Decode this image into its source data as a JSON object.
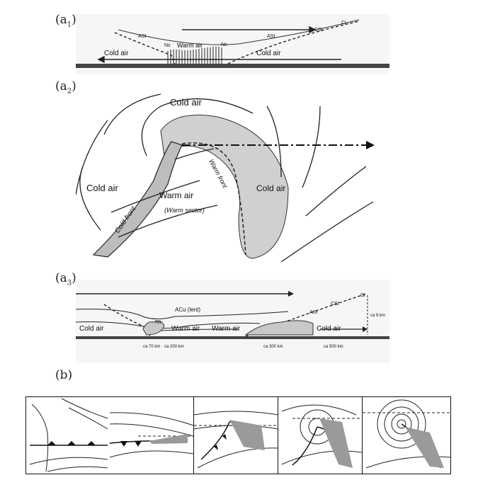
{
  "labels": {
    "a1_main": "(a",
    "a1_sub": "1",
    "a2_main": "(a",
    "a2_sub": "2",
    "a3_main": "(a",
    "a3_sub": "3",
    "b": "(b)",
    "close": ")"
  },
  "a1": {
    "cold_left": "Cold air",
    "cold_right": "Cold air",
    "warm": "Warm air",
    "ns_left": "Ns",
    "ns_right": "Ns",
    "ast_left": "ASt",
    "ast_right": "ASt",
    "cst": "CSt",
    "ci": "Ci"
  },
  "a2": {
    "cold_top": "Cold air",
    "cold_left": "Cold air",
    "cold_right": "Cold air",
    "warm": "Warm air",
    "warm_sector": "(Warm sector)",
    "cold_front": "Cold front",
    "warm_front": "Warm front"
  },
  "a3": {
    "cold_left": "Cold air",
    "cold_right": "Cold air",
    "warm_left": "Warm air",
    "warm_right": "Warm air",
    "acu": "ACu (lent)",
    "ns": "Ns",
    "ast": "ASt",
    "cst": "CSt",
    "ci": "Ci",
    "height": "ca 9 km",
    "dist1": "ca 70 km",
    "dist2": "ca 200 km",
    "dist3": "ca 300 km",
    "dist4": "ca 500 km"
  }
}
